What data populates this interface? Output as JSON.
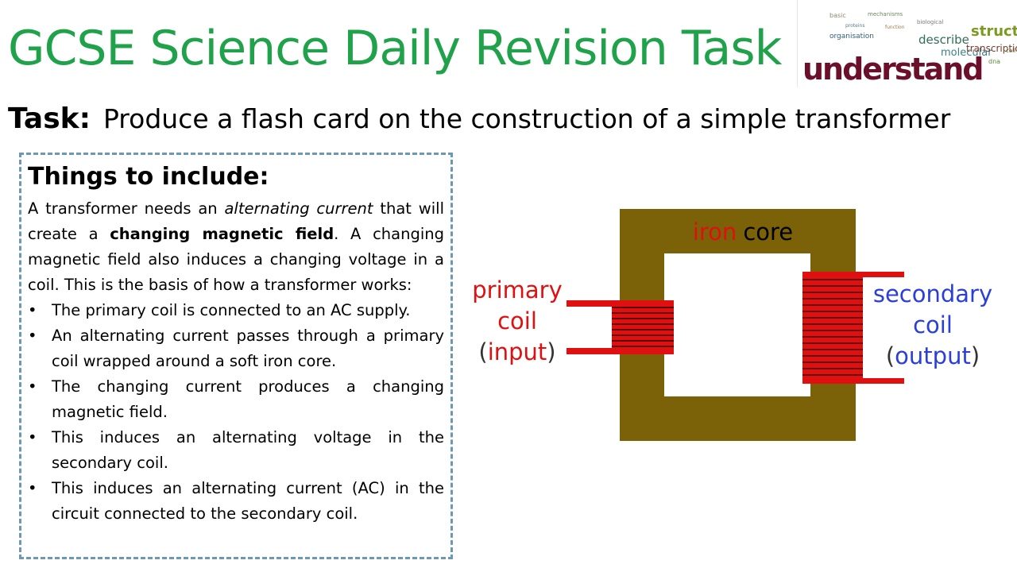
{
  "header": {
    "title": "GCSE Science Daily Revision Task",
    "logo_word": "understand",
    "logo_small_words": [
      "structure",
      "describe",
      "molecular",
      "transcription",
      "dna",
      "function",
      "proteins",
      "mechanisms",
      "organisation",
      "cell",
      "basic",
      "biological"
    ]
  },
  "task": {
    "label": "Task:",
    "text": "Produce a flash card on the construction of a simple transformer"
  },
  "include": {
    "heading": "Things to include:",
    "intro": {
      "p1": "A transformer needs an ",
      "italic": "alternating current",
      "p2": " that will create a ",
      "bold": "changing magnetic field",
      "p3": ". A changing magnetic field also induces a changing voltage in a coil. This is the basis of how a transformer works:"
    },
    "bullet_char": "•",
    "bullets": [
      "The primary coil is connected to an AC supply.",
      "An alternating current passes through a primary coil wrapped around a soft iron core.",
      "The changing current produces a changing magnetic field.",
      "This induces an alternating voltage in the secondary coil.",
      "This induces an alternating current (AC) in the circuit connected to the secondary coil."
    ]
  },
  "diagram": {
    "core_word_iron": "iron",
    "core_word_core": "core",
    "primary": {
      "line1": "primary",
      "line2": "coil",
      "line3_open": "(",
      "line3_word": "input",
      "line3_close": ")"
    },
    "secondary": {
      "line1": "secondary",
      "line2": "coil",
      "line3_open": "(",
      "line3_word": "output",
      "line3_close": ")"
    },
    "colors": {
      "core": "#7b6208",
      "coil": "#e01010",
      "primary_label": "#e01010",
      "secondary_label": "#2a3fd8"
    }
  }
}
